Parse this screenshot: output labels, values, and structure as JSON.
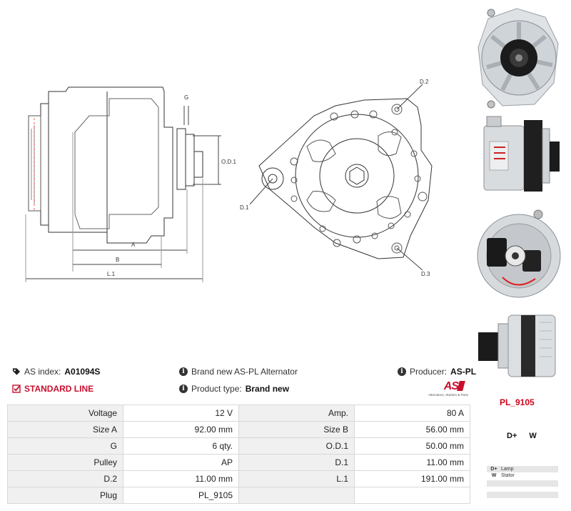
{
  "diagram": {
    "labels": {
      "g": "G",
      "od1": "O.D.1",
      "a": "A",
      "b": "B",
      "l1": "L.1",
      "d1": "D.1",
      "d2": "D.2",
      "d3": "D.3"
    }
  },
  "info": {
    "as_index_label": "AS index:",
    "as_index_value": "A01094S",
    "description": "Brand new AS-PL Alternator",
    "producer_label": "Producer:",
    "producer_value": "AS-PL",
    "standard_line": "STANDARD LINE",
    "product_type_label": "Product type:",
    "product_type_value": "Brand new",
    "logo_text": "AS",
    "logo_tagline": "Alternators, Starters & Parts"
  },
  "specs": [
    {
      "l1": "Voltage",
      "v1": "12 V",
      "l2": "Amp.",
      "v2": "80 A"
    },
    {
      "l1": "Size A",
      "v1": "92.00 mm",
      "l2": "Size B",
      "v2": "56.00 mm"
    },
    {
      "l1": "G",
      "v1": "6 qty.",
      "l2": "O.D.1",
      "v2": "50.00 mm"
    },
    {
      "l1": "Pulley",
      "v1": "AP",
      "l2": "D.1",
      "v2": "11.00 mm"
    },
    {
      "l1": "D.2",
      "v1": "11.00 mm",
      "l2": "L.1",
      "v2": "191.00 mm"
    },
    {
      "l1": "Plug",
      "v1": "PL_9105",
      "l2": "",
      "v2": ""
    }
  ],
  "plug": {
    "code": "PL_9105",
    "pins_label": "D+ W",
    "pins": [
      {
        "pin": "D+",
        "desc": "Lamp"
      },
      {
        "pin": "W",
        "desc": "Stator"
      }
    ]
  },
  "colors": {
    "accent": "#c8102e",
    "plug_red": "#d0021b",
    "label_bg": "#f0f0f0"
  }
}
